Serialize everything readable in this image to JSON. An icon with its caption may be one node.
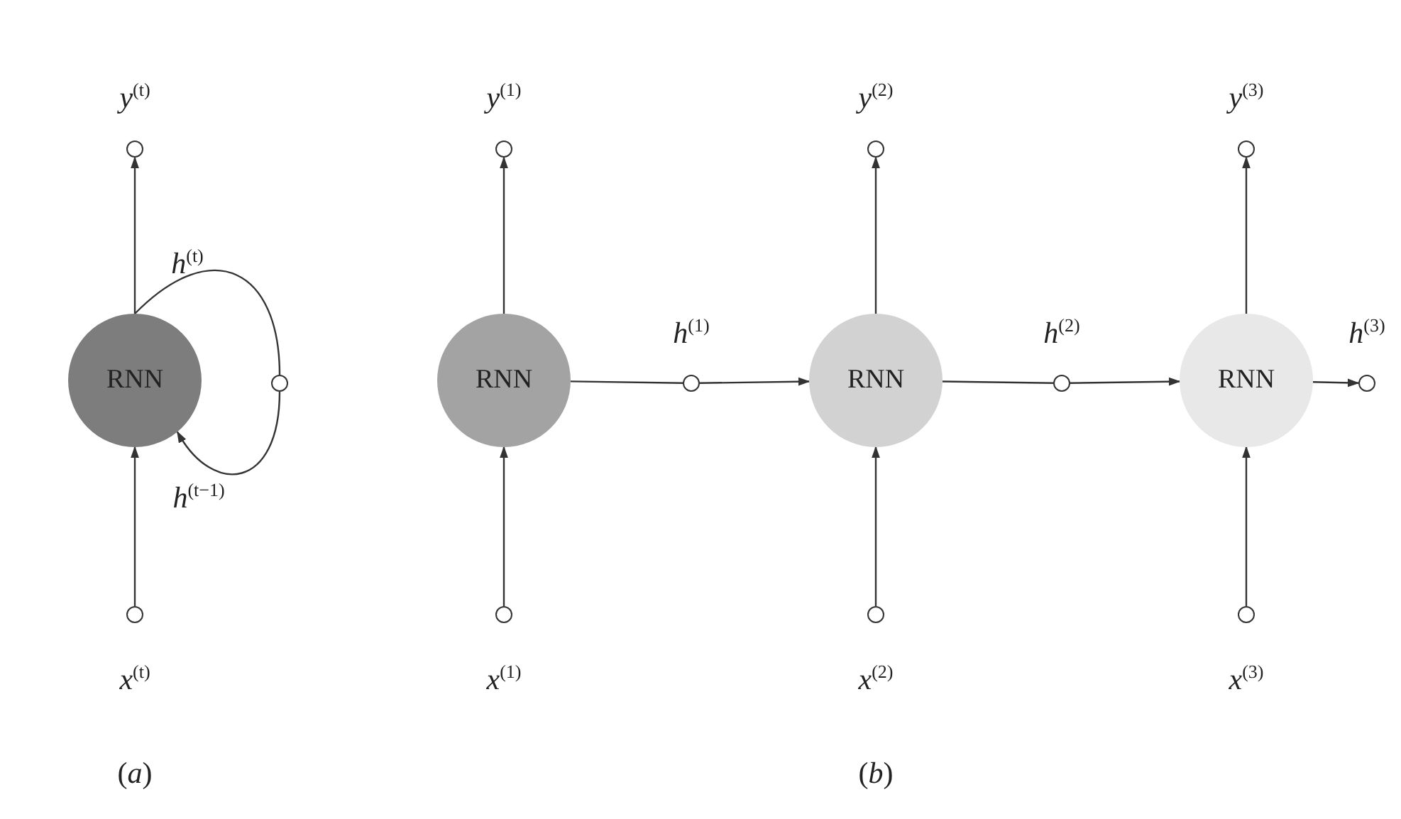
{
  "diagram": {
    "nodes": [
      {
        "text": [
          "RNN"
        ]
      },
      {
        "text": [],
        "shape": "circle",
        "beside": [
          "*y*$^{(t)}$"
        ]
      },
      {
        "text": [],
        "shape": "circle"
      },
      {
        "text": [],
        "shape": "circle",
        "beside": [
          "*x*$^{(t)}$"
        ]
      },
      {
        "text": [
          "RNN"
        ]
      },
      {
        "text": [],
        "shape": "circle",
        "beside": [
          "*y*$^{(1)}$"
        ]
      },
      {
        "text": [],
        "shape": "circle",
        "beside": [
          "*x*$^{(1)}$"
        ]
      },
      {
        "text": [],
        "shape": "circle",
        "beside": [
          "*h*$^{(1)}$"
        ]
      },
      {
        "text": [
          "RNN"
        ]
      },
      {
        "text": [],
        "shape": "circle",
        "beside": [
          "*y*$^{(2)}$"
        ]
      },
      {
        "text": [],
        "shape": "circle",
        "beside": [
          "*x*$^{(2)}$"
        ]
      },
      {
        "text": [],
        "shape": "circle",
        "beside": [
          "*h*$^{(2)}$"
        ]
      },
      {
        "text": [
          "RNN"
        ]
      },
      {
        "text": [],
        "shape": "circle",
        "beside": [
          "*y*$^{(3)}$"
        ]
      },
      {
        "text": [],
        "shape": "circle",
        "beside": [
          "*x*$^{(3)}$"
        ]
      },
      {
        "text": [],
        "shape": "circle",
        "beside": [
          "*h*$^{(3)}$"
        ]
      }
    ],
    "edges": [
      {
        "from": 0,
        "to": 1,
        "arrow": "to"
      },
      {
        "from": 3,
        "to": 0,
        "arrow": "to"
      },
      {
        "from": 0,
        "to": 2,
        "arrow": "none",
        "label": "*h*$^{(t)}$"
      },
      {
        "from": 2,
        "to": 0,
        "arrow": "to",
        "label": "*h*$^{(t−1)}$"
      },
      {
        "from": 4,
        "to": 5,
        "arrow": "to"
      },
      {
        "from": 6,
        "to": 4,
        "arrow": "to"
      },
      {
        "from": 4,
        "to": 7,
        "arrow": "none"
      },
      {
        "from": 7,
        "to": 8,
        "arrow": "to"
      },
      {
        "from": 8,
        "to": 9,
        "arrow": "to"
      },
      {
        "from": 10,
        "to": 8,
        "arrow": "to"
      },
      {
        "from": 8,
        "to": 11,
        "arrow": "none"
      },
      {
        "from": 11,
        "to": 12,
        "arrow": "to"
      },
      {
        "from": 12,
        "to": 13,
        "arrow": "to"
      },
      {
        "from": 14,
        "to": 12,
        "arrow": "to"
      },
      {
        "from": 12,
        "to": 15,
        "arrow": "to"
      }
    ],
    "labels": [
      "(*a*)",
      "(*b*)"
    ]
  }
}
